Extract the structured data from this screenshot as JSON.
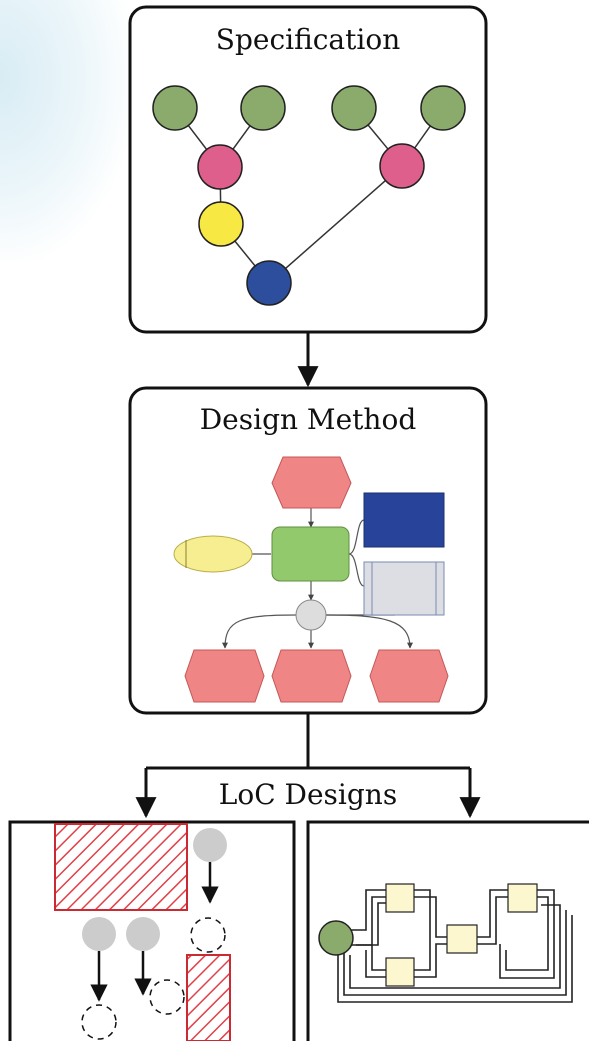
{
  "diagram": {
    "specification": {
      "title": "Specification"
    },
    "design_method": {
      "title": "Design Method"
    },
    "loc_designs": {
      "title": "LoC Designs"
    }
  },
  "colors": {
    "green": "#8aab6c",
    "magenta": "#de5f8c",
    "yellow": "#f7e843",
    "blue": "#2c4e9d",
    "salmon": "#ef8585",
    "light_green": "#93c96d",
    "light_yellow": "#f6ee90",
    "navy": "#27439a",
    "pale_gray": "#dddde4",
    "gray_dot": "#cccccc",
    "hatch_red": "#e04048",
    "chip_yellow": "#fcf7cf"
  }
}
